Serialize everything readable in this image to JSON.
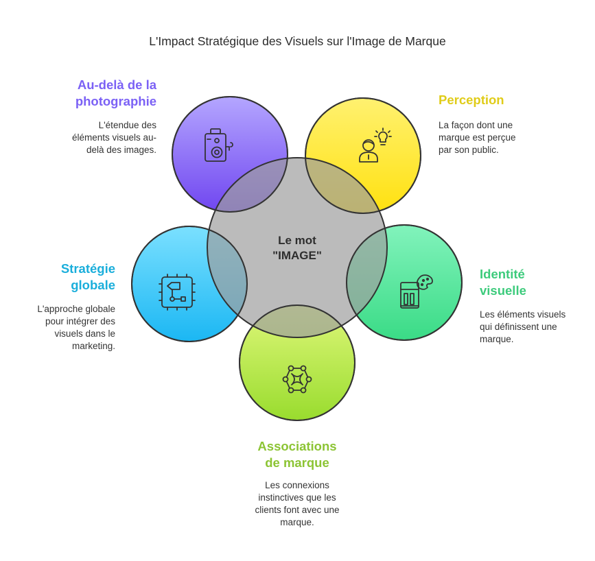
{
  "title": "L'Impact Stratégique des Visuels sur l'Image de Marque",
  "center": {
    "line1": "Le mot",
    "line2": "\"IMAGE\""
  },
  "nodes": {
    "photography": {
      "title_line1": "Au-delà de la",
      "title_line2": "photographie",
      "desc_line1": "L'étendue des",
      "desc_line2": "éléments visuels au-",
      "desc_line3": "delà des images.",
      "color": "#7B61F5",
      "icon": "camera-icon"
    },
    "perception": {
      "title_line1": "Perception",
      "desc_line1": "La façon dont une",
      "desc_line2": "marque est perçue",
      "desc_line3": "par son public.",
      "color": "#E0CC19",
      "icon": "person-lightbulb-icon"
    },
    "identity": {
      "title_line1": "Identité",
      "title_line2": "visuelle",
      "desc_line1": "Les éléments visuels",
      "desc_line2": "qui définissent une",
      "desc_line3": "marque.",
      "color": "#3DCB7C",
      "icon": "palette-icon"
    },
    "associations": {
      "title_line1": "Associations",
      "title_line2": "de marque",
      "desc_line1": "Les connexions",
      "desc_line2": "instinctives que les",
      "desc_line3": "clients font avec une",
      "desc_line4": "marque.",
      "color": "#8CC434",
      "icon": "network-icon"
    },
    "strategy": {
      "title_line1": "Stratégie",
      "title_line2": "globale",
      "desc_line1": "L'approche globale",
      "desc_line2": "pour intégrer des",
      "desc_line3": "visuels dans le",
      "desc_line4": "marketing.",
      "color": "#1AAEDB",
      "icon": "flowchart-icon"
    }
  }
}
